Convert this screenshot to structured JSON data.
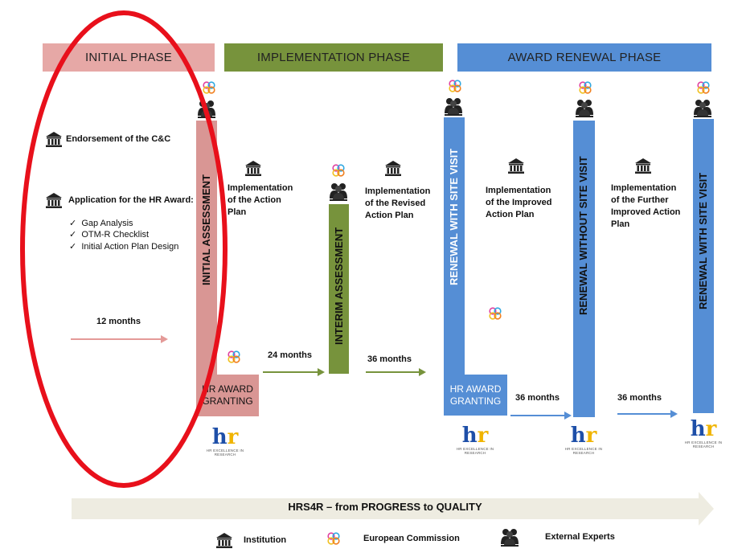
{
  "phases": {
    "initial": "INITIAL PHASE",
    "implementation": "IMPLEMENTATION PHASE",
    "renewal": "AWARD RENEWAL PHASE"
  },
  "initial": {
    "endorsement": "Endorsement  of the C&C",
    "application": "Application  for the HR Award:",
    "checklist": [
      "Gap Analysis",
      "OTM-R Checklist",
      "Initial Action Plan Design"
    ],
    "months": "12 months"
  },
  "bars": {
    "initial_assessment": "INITIAL ASSESSMENT",
    "interim_assessment": "INTERIM ASSESSMENT",
    "renewal_site_1": "RENEWAL WITH SITE VISIT",
    "renewal_without": "RENEWAL WITHOUT SITE VISIT",
    "renewal_site_2": "RENEWAL WITH SITE VISIT"
  },
  "granting": {
    "first": "HR AWARD GRANTING",
    "second": "HR AWARD GRANTING"
  },
  "steps": {
    "impl_action_plan": [
      "Implementation",
      "of the Action",
      "Plan"
    ],
    "impl_revised": [
      "Implementation",
      "of the Revised",
      "Action  Plan"
    ],
    "impl_improved": [
      "Implementation",
      "of the Improved",
      "Action Plan"
    ],
    "impl_further": [
      "Implementation",
      "of the Further",
      "Improved Action",
      "Plan"
    ]
  },
  "durations": {
    "d24": "24 months",
    "d36a": "36 months",
    "d36b": "36 months",
    "d36c": "36 months"
  },
  "logo": {
    "mark_h": "h",
    "mark_r": "r",
    "subtitle": "HR EXCELLENCE IN RESEARCH"
  },
  "banner": "HRS4R – from PROGRESS to QUALITY",
  "legend": {
    "institution": "Institution",
    "commission": "European Commission",
    "experts": "External Experts"
  },
  "icons": {
    "institution": "institution-icon",
    "commission": "european-commission-icon",
    "experts": "external-experts-icon"
  },
  "colors": {
    "initial": "#d99694",
    "implementation": "#77933c",
    "renewal": "#558ed5",
    "highlight_circle": "#e8101b",
    "banner": "#eeece1"
  }
}
